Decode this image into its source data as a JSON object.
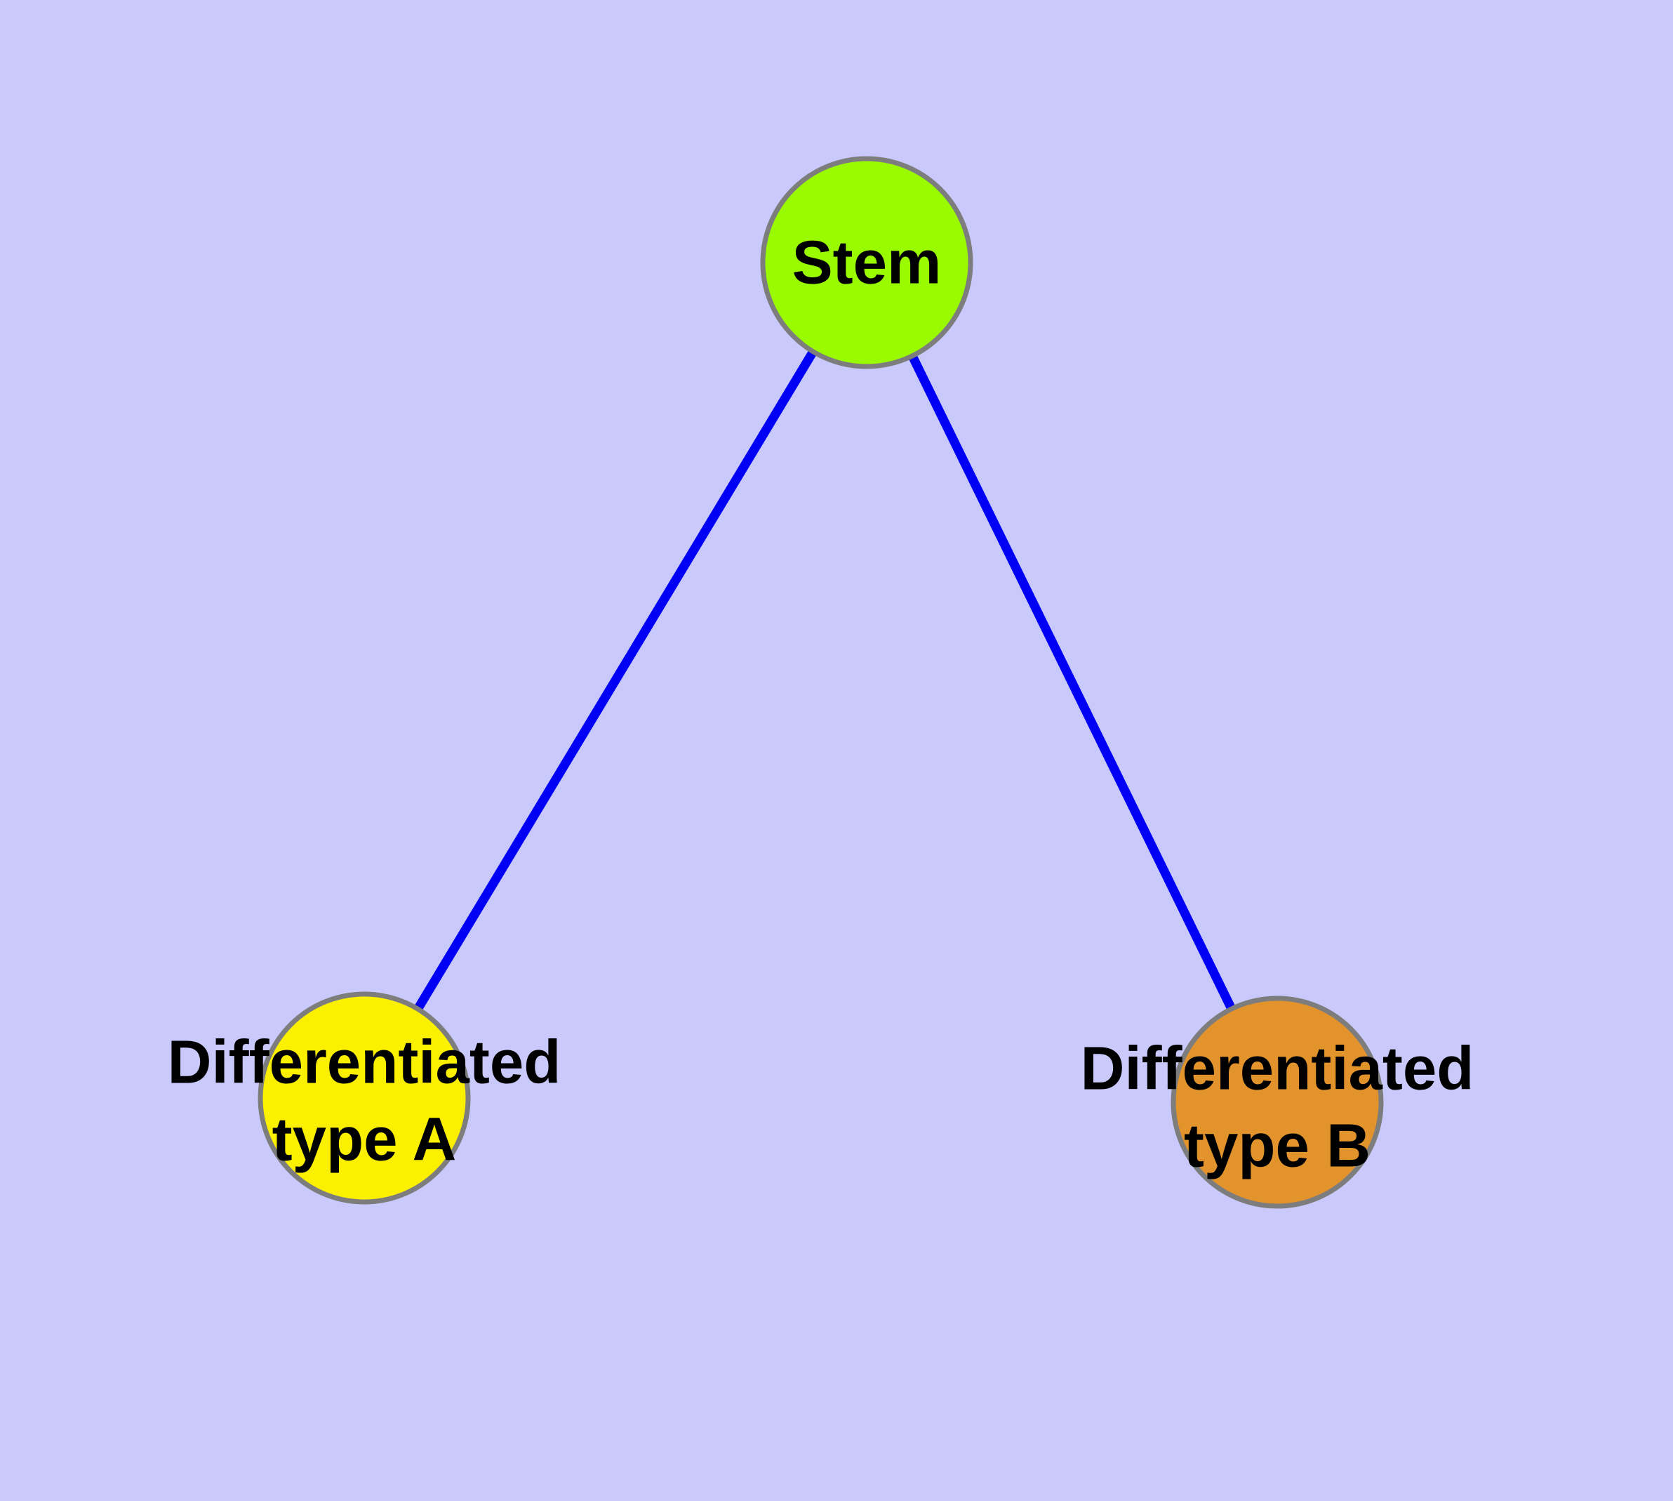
{
  "diagram": {
    "type": "graph",
    "background_color": "#C9C9FB",
    "edge_color": "#0000F5",
    "edge_width": "13",
    "node_border_color": "#7D7D7D",
    "node_border_width": "7",
    "label_color": "#000000",
    "nodes": [
      {
        "id": "stem",
        "label": "Stem",
        "fill": "#9AFA00"
      },
      {
        "id": "type_a",
        "label_line1": "Differentiated",
        "label_line2": "type A",
        "fill": "#FAF000"
      },
      {
        "id": "type_b",
        "label_line1": "Differentiated",
        "label_line2": "type B",
        "fill": "#E2932C"
      }
    ],
    "edges": [
      {
        "from": "Stem",
        "to": "Differentiated type A"
      },
      {
        "from": "Stem",
        "to": "Differentiated type B"
      }
    ]
  }
}
